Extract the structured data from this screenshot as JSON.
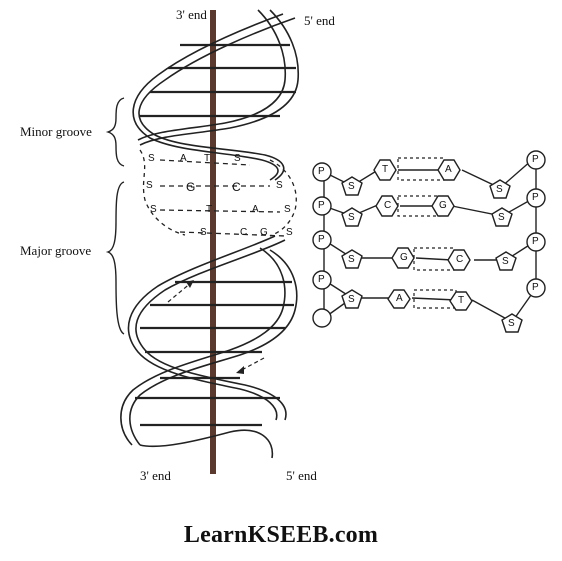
{
  "labels": {
    "top_left_end": "3' end",
    "top_right_end": "5' end",
    "bottom_left_end": "3' end",
    "bottom_right_end": "5' end",
    "minor_groove": "Minor groove",
    "major_groove": "Major groove"
  },
  "helix_pairs": [
    {
      "left": "S",
      "mid1": "A",
      "mid2": "T",
      "right": "S"
    },
    {
      "left": "S",
      "mid1": "G",
      "mid2": "C",
      "right": "S"
    },
    {
      "left": "S",
      "mid1": "T",
      "mid2": "A",
      "right": "S"
    },
    {
      "left": "S",
      "mid1": "C",
      "mid2": "G",
      "right": "S"
    }
  ],
  "chain_rows": [
    {
      "p_left": "P",
      "s_left": "S",
      "base_left": "T",
      "base_right": "A",
      "s_right": "S",
      "p_right": "P"
    },
    {
      "p_left": "P",
      "s_left": "S",
      "base_left": "C",
      "base_right": "G",
      "s_right": "S",
      "p_right": "P"
    },
    {
      "p_left": "P",
      "s_left": "S",
      "base_left": "G",
      "base_right": "C",
      "s_right": "S",
      "p_right": "P"
    },
    {
      "p_left": "P",
      "s_left": "S",
      "base_left": "A",
      "base_right": "T",
      "s_right": "S",
      "p_right": "P"
    }
  ],
  "footer": "LearnKSEEB.com"
}
